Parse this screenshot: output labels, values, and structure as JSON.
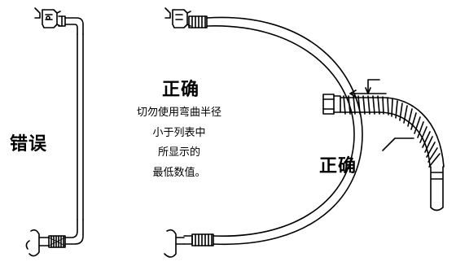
{
  "labels": {
    "wrong": "错误",
    "correct_middle": "正确",
    "correct_right": "正确"
  },
  "note_lines": [
    "切勿使用弯曲半径",
    "小于列表中",
    "所显示的",
    "最低数值。"
  ],
  "colors": {
    "ink": "#000000",
    "background": "#ffffff"
  }
}
